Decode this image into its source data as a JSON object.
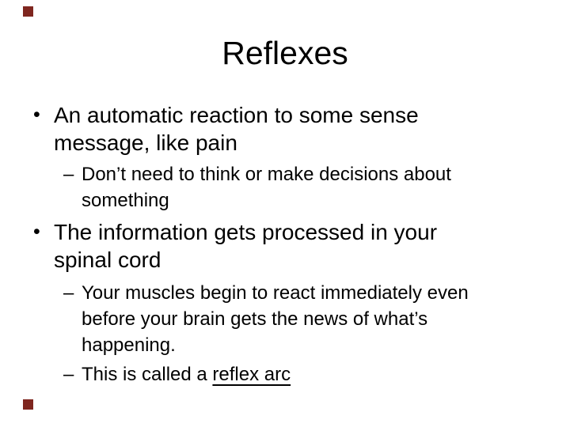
{
  "slide": {
    "background_color": "#ffffff",
    "text_color": "#000000",
    "accent_color": "#7f261f",
    "title": "Reflexes",
    "decorations": [
      {
        "name": "top-left-accent-square"
      },
      {
        "name": "bottom-left-accent-square"
      }
    ],
    "bullets": [
      {
        "level": 1,
        "marker": "•",
        "text": "An automatic reaction to some sense\nmessage, like pain"
      },
      {
        "level": 2,
        "marker": "–",
        "text": "Don’t need to think or make decisions about\nsomething"
      },
      {
        "level": 1,
        "marker": "•",
        "text": "The information gets processed in your\nspinal cord"
      },
      {
        "level": 2,
        "marker": "–",
        "text": "Your muscles begin to react immediately even\nbefore your brain gets the news of what’s\nhappening."
      },
      {
        "level": 2,
        "marker": "–",
        "text_prefix": "This is called a ",
        "underlined_text": "reflex arc"
      }
    ]
  }
}
